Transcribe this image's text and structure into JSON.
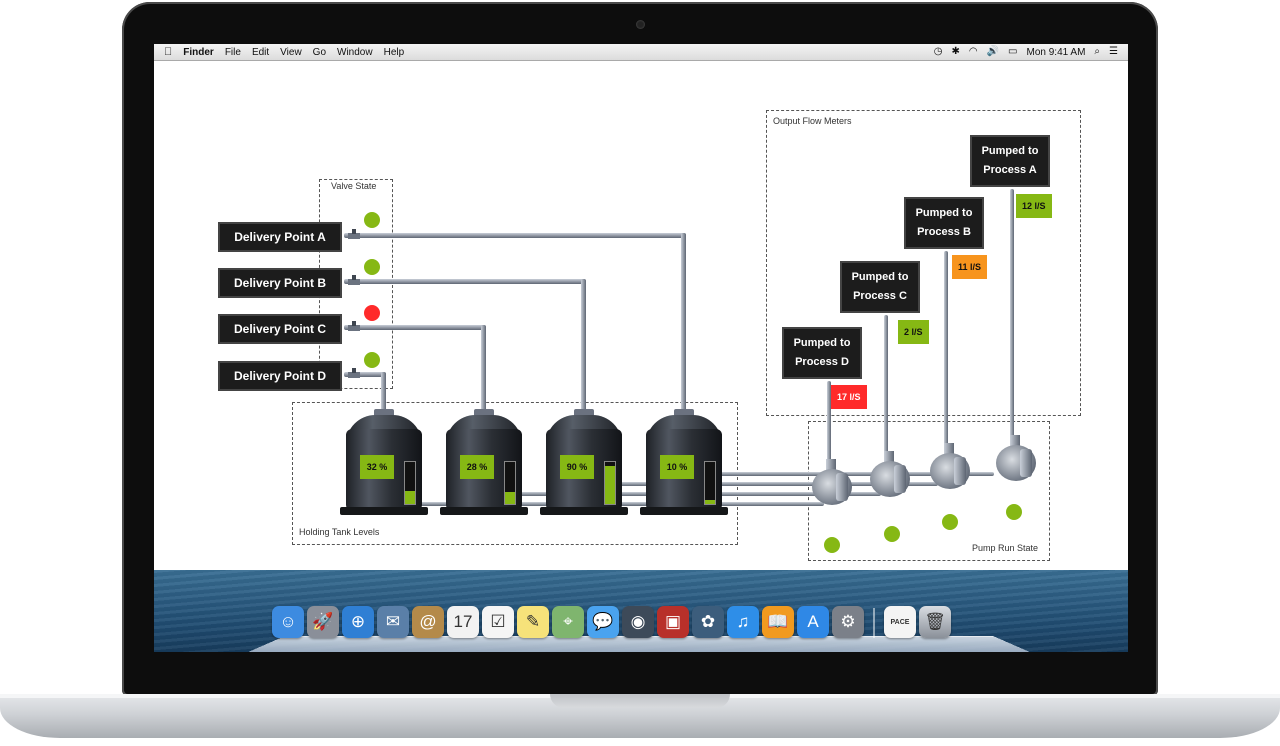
{
  "menubar": {
    "apple_icon": "apple-icon",
    "app_name": "Finder",
    "menus": [
      "File",
      "Edit",
      "View",
      "Go",
      "Window",
      "Help"
    ],
    "clock": "Mon 9:41 AM",
    "status_icons": [
      "time-machine-icon",
      "bluetooth-icon",
      "wifi-icon",
      "volume-icon",
      "battery-icon",
      "search-icon",
      "list-icon"
    ]
  },
  "scada": {
    "valve_state_label": "Valve State",
    "holding_tank_label": "Holding Tank Levels",
    "output_flow_label": "Output Flow Meters",
    "pump_run_label": "Pump Run State",
    "delivery_points": [
      {
        "label": "Delivery Point A",
        "valve_status": "open",
        "color": "#86b814"
      },
      {
        "label": "Delivery Point B",
        "valve_status": "open",
        "color": "#86b814"
      },
      {
        "label": "Delivery Point C",
        "valve_status": "closed",
        "color": "#ff2a2a"
      },
      {
        "label": "Delivery Point D",
        "valve_status": "open",
        "color": "#86b814"
      }
    ],
    "tanks": [
      {
        "level_label": "32 %",
        "level": 32
      },
      {
        "level_label": "28 %",
        "level": 28
      },
      {
        "level_label": "90 %",
        "level": 90
      },
      {
        "level_label": "10 %",
        "level": 10
      }
    ],
    "processes": [
      {
        "line1": "Pumped to",
        "line2": "Process D",
        "flow": "17 l/S",
        "flow_color": "#ff2a2a",
        "flow_text_color": "#ffffff",
        "pump_color": "#86b814"
      },
      {
        "line1": "Pumped to",
        "line2": "Process C",
        "flow": "2 l/S",
        "flow_color": "#86b814",
        "flow_text_color": "#111111",
        "pump_color": "#86b814"
      },
      {
        "line1": "Pumped to",
        "line2": "Process B",
        "flow": "11 l/S",
        "flow_color": "#f7941d",
        "flow_text_color": "#111111",
        "pump_color": "#86b814"
      },
      {
        "line1": "Pumped to",
        "line2": "Process A",
        "flow": "12 l/S",
        "flow_color": "#86b814",
        "flow_text_color": "#111111",
        "pump_color": "#86b814"
      }
    ]
  },
  "dock": {
    "apps": [
      {
        "icon": "finder-icon",
        "color": "#3d8be0",
        "glyph": "☺"
      },
      {
        "icon": "launchpad-icon",
        "color": "#8a8f99",
        "glyph": "🚀"
      },
      {
        "icon": "safari-icon",
        "color": "#2f7fd4",
        "glyph": "⊕"
      },
      {
        "icon": "mail-icon",
        "color": "#5a7fa8",
        "glyph": "✉"
      },
      {
        "icon": "contacts-icon",
        "color": "#b48a4a",
        "glyph": "@"
      },
      {
        "icon": "calendar-icon",
        "color": "#f2f2f2",
        "glyph": "17"
      },
      {
        "icon": "reminders-icon",
        "color": "#f5f5f5",
        "glyph": "☑"
      },
      {
        "icon": "notes-icon",
        "color": "#f6e27a",
        "glyph": "✎"
      },
      {
        "icon": "maps-icon",
        "color": "#7fb56e",
        "glyph": "⌖"
      },
      {
        "icon": "messages-icon",
        "color": "#4aa3ef",
        "glyph": "💬"
      },
      {
        "icon": "facetime-icon",
        "color": "#3d4a59",
        "glyph": "◉"
      },
      {
        "icon": "photo-booth-icon",
        "color": "#b8302a",
        "glyph": "▣"
      },
      {
        "icon": "iphoto-icon",
        "color": "#3c5d7c",
        "glyph": "✿"
      },
      {
        "icon": "itunes-icon",
        "color": "#2e8ee8",
        "glyph": "♫"
      },
      {
        "icon": "ibooks-icon",
        "color": "#f19a1f",
        "glyph": "📖"
      },
      {
        "icon": "app-store-icon",
        "color": "#2f88e6",
        "glyph": "A"
      },
      {
        "icon": "system-preferences-icon",
        "color": "#7b8089",
        "glyph": "⚙"
      }
    ],
    "document_icon": "document-icon",
    "document_label": "PACE",
    "trash_icon": "trash-icon"
  }
}
